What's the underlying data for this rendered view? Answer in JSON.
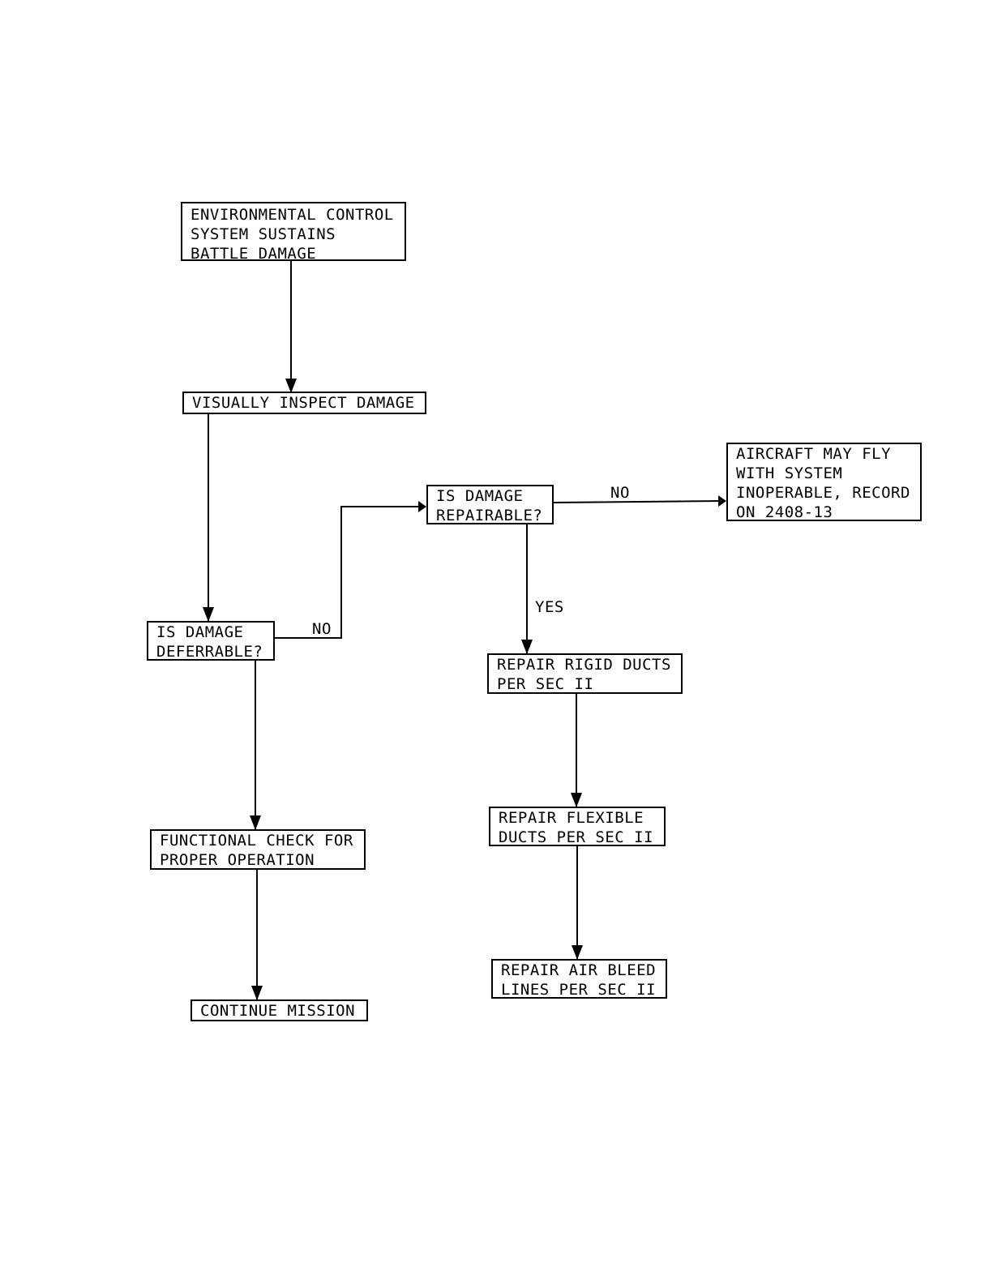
{
  "nodes": {
    "start": [
      "ENVIRONMENTAL CONTROL",
      "SYSTEM SUSTAINS",
      "BATTLE DAMAGE"
    ],
    "inspect": [
      "VISUALLY INSPECT DAMAGE"
    ],
    "deferrable": [
      "IS DAMAGE",
      "DEFERRABLE?"
    ],
    "repairable": [
      "IS DAMAGE",
      "REPAIRABLE?"
    ],
    "fly_inoperable": [
      "AIRCRAFT MAY FLY",
      "WITH SYSTEM",
      "INOPERABLE, RECORD",
      "ON 2408-13"
    ],
    "rigid_ducts": [
      "REPAIR RIGID DUCTS",
      "PER SEC II"
    ],
    "flexible_ducts": [
      "REPAIR FLEXIBLE",
      "DUCTS PER SEC II"
    ],
    "air_bleed": [
      "REPAIR AIR BLEED",
      "LINES PER SEC II"
    ],
    "functional_check": [
      "FUNCTIONAL CHECK FOR",
      "PROPER OPERATION"
    ],
    "continue": [
      "CONTINUE MISSION"
    ]
  },
  "edge_labels": {
    "deferrable_no": "NO",
    "repairable_no": "NO",
    "repairable_yes": "YES"
  }
}
